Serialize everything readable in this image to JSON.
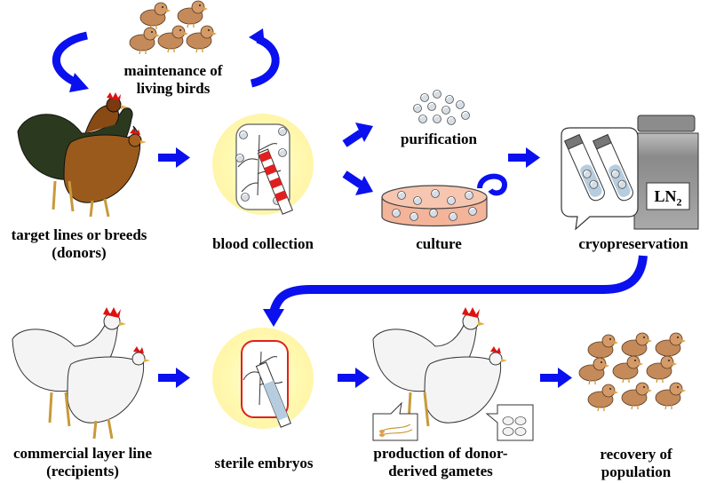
{
  "steps": {
    "maintenance": [
      "maintenance of",
      "living birds"
    ],
    "donors": [
      "target lines or breeds",
      "(donors)"
    ],
    "blood_collection": "blood collection",
    "purification": "purification",
    "culture": "culture",
    "cryopreservation": "cryopreservation",
    "recipients": [
      "commercial layer line",
      "(recipients)"
    ],
    "sterile_embryos": "sterile embryos",
    "gametes": [
      "production of donor-",
      "derived gametes"
    ],
    "recovery": [
      "recovery of",
      "population"
    ]
  },
  "tank_label": {
    "main": "LN",
    "sub": "2"
  },
  "colors": {
    "arrow": "#0a10ee",
    "chick": "#c58a5a",
    "glow": "#fff9b0",
    "dish": "#f4b49a",
    "tank": "#a9a9a9"
  }
}
